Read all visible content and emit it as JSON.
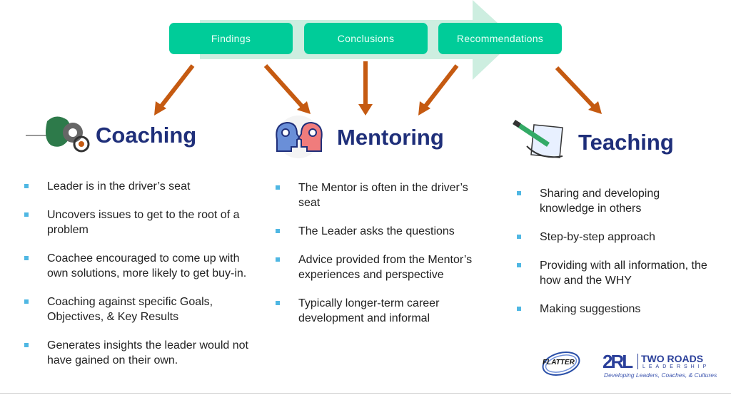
{
  "process": {
    "steps": [
      "Findings",
      "Conclusions",
      "Recommendations"
    ]
  },
  "columns": [
    {
      "title": "Coaching",
      "icon": "brain-gears-target-icon",
      "bullets": [
        "Leader is in the driver’s seat",
        "Uncovers issues to get to the root of a problem",
        "Coachee encouraged to come up with own solutions, more likely to get buy-in.",
        "Coaching against specific Goals, Objectives, & Key Results",
        "Generates insights the leader would not have gained on their own."
      ]
    },
    {
      "title": "Mentoring",
      "icon": "two-heads-gears-icon",
      "bullets": [
        "The Mentor is often in the driver’s seat",
        "The Leader asks the questions",
        "Advice provided from the Mentor’s experiences and perspective",
        "Typically longer-term career development and informal"
      ]
    },
    {
      "title": "Teaching",
      "icon": "pen-paper-icon",
      "bullets": [
        "Sharing and developing knowledge in others",
        "Step-by-step approach",
        "Providing with all information, the how and the WHY",
        "Making suggestions"
      ]
    }
  ],
  "logos": {
    "flatter": "FLATTER",
    "trl_mark": "2RL",
    "trl_name": "TWO ROADS",
    "trl_sub": "LEADERSHIP",
    "trl_tagline": "Developing Leaders, Coaches, & Cultures"
  },
  "colors": {
    "step": "#00cc99",
    "arrow": "#c55a11",
    "title": "#1f2f7a",
    "bullet": "#4fb7e3"
  }
}
